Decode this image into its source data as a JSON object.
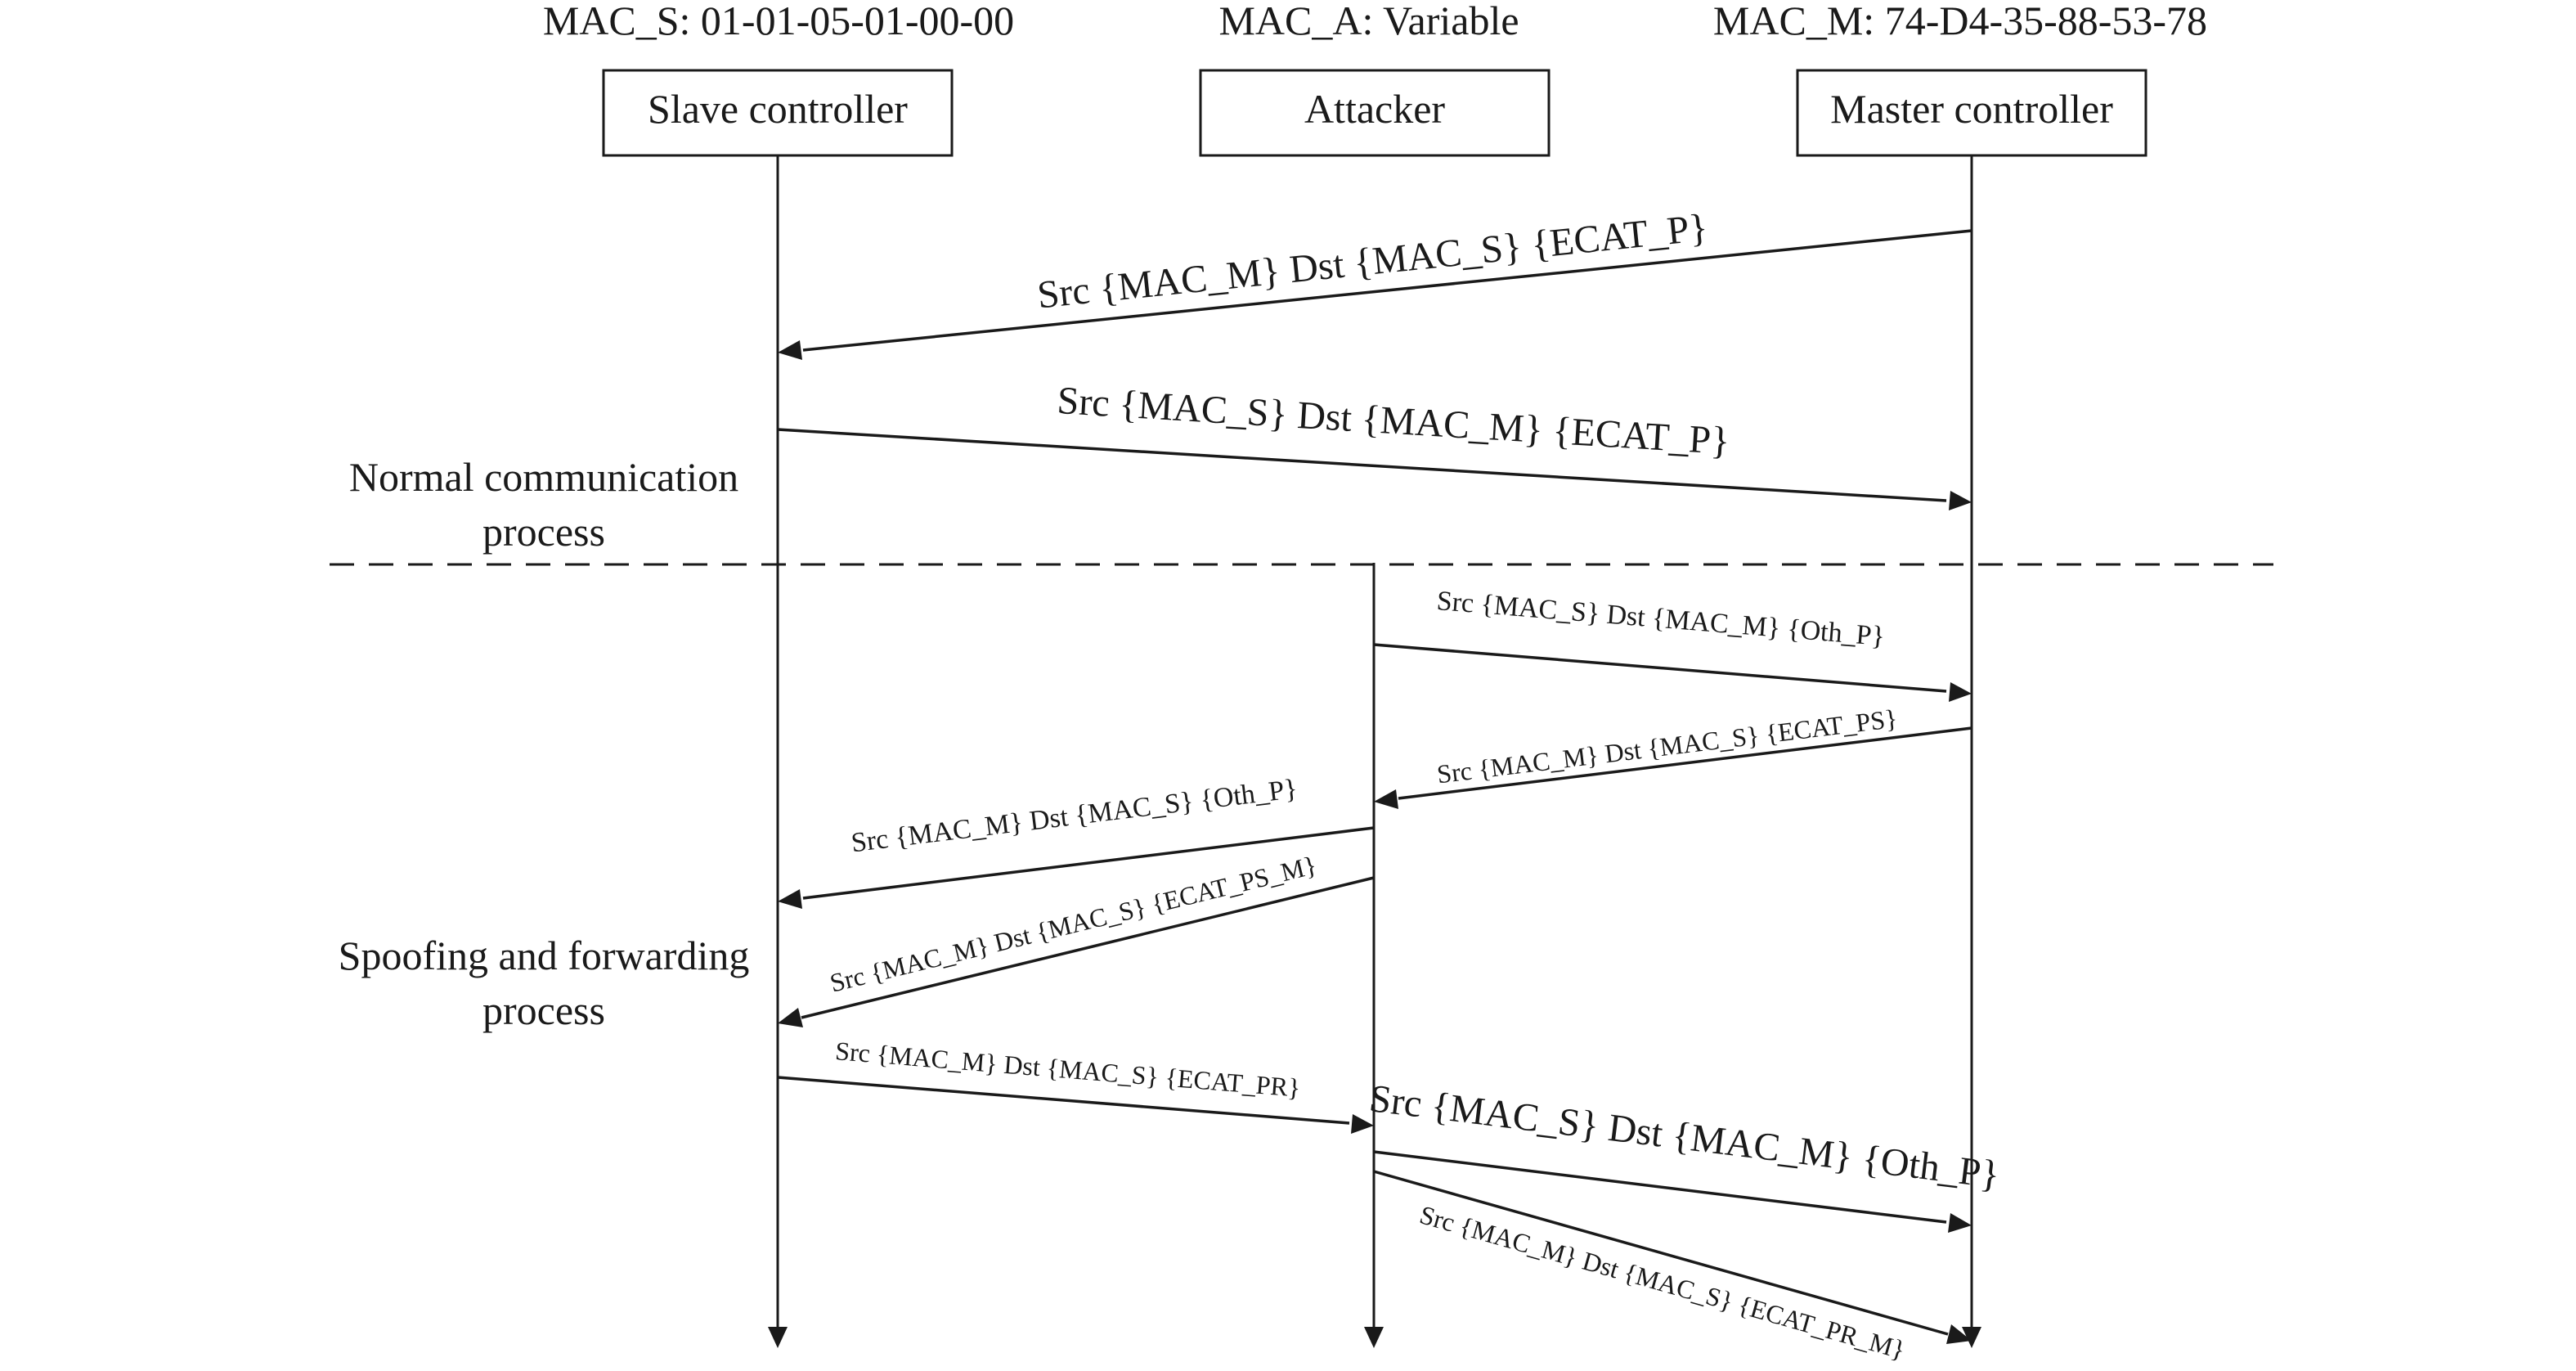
{
  "participants": [
    {
      "id": "slave",
      "mac": "MAC_S: 01-01-05-01-00-00",
      "label": "Slave controller"
    },
    {
      "id": "attacker",
      "mac": "MAC_A: Variable",
      "label": "Attacker"
    },
    {
      "id": "master",
      "mac": "MAC_M: 74-D4-35-88-53-78",
      "label": "Master controller"
    }
  ],
  "phases": {
    "normal": [
      "Normal communication",
      "process"
    ],
    "spoofing": [
      "Spoofing and forwarding",
      "process"
    ]
  },
  "messages": [
    {
      "from": "master",
      "to": "slave",
      "text": "Src {MAC_M} Dst {MAC_S} {ECAT_P}"
    },
    {
      "from": "slave",
      "to": "master",
      "text": "Src {MAC_S} Dst {MAC_M} {ECAT_P}"
    },
    {
      "from": "attacker",
      "to": "master",
      "text": "Src {MAC_S} Dst {MAC_M} {Oth_P}"
    },
    {
      "from": "master",
      "to": "attacker",
      "text": "Src {MAC_M} Dst {MAC_S} {ECAT_PS}"
    },
    {
      "from": "attacker",
      "to": "slave",
      "text": "Src {MAC_M} Dst {MAC_S} {Oth_P}"
    },
    {
      "from": "attacker",
      "to": "slave",
      "text": "Src {MAC_M} Dst {MAC_S} {ECAT_PS_M}"
    },
    {
      "from": "slave",
      "to": "attacker",
      "text": "Src {MAC_M} Dst {MAC_S} {ECAT_PR}"
    },
    {
      "from": "attacker",
      "to": "master",
      "text": "Src {MAC_S} Dst {MAC_M} {Oth_P}"
    },
    {
      "from": "attacker",
      "to": "master",
      "text": "Src {MAC_M} Dst {MAC_S} {ECAT_PR_M}"
    }
  ]
}
